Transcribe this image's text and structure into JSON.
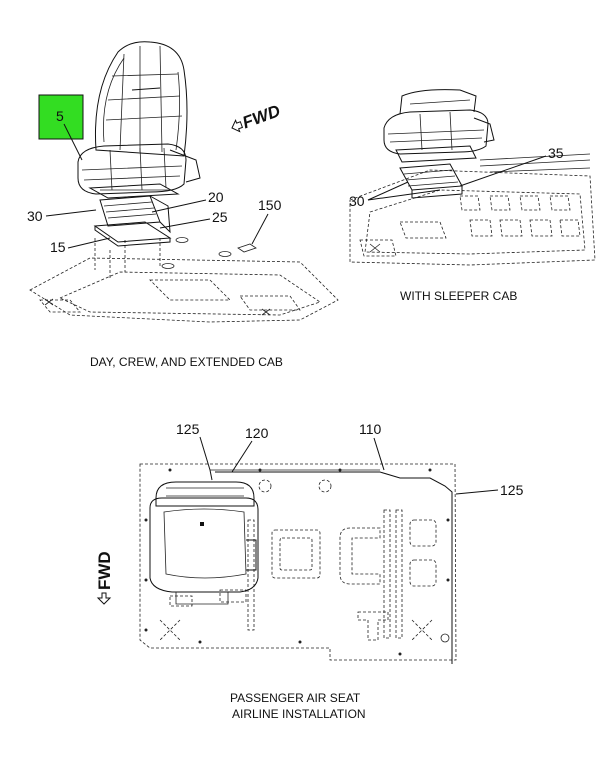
{
  "callouts": {
    "highlight": "5",
    "c30": "30",
    "c20": "20",
    "c25": "25",
    "c15": "15",
    "c150": "150",
    "c35": "35",
    "c30b": "30",
    "c125a": "125",
    "c120": "120",
    "c110": "110",
    "c125b": "125"
  },
  "fwd_label": "FWD",
  "fwd_label_bottom": "FWD",
  "captions": {
    "day_cab": "DAY, CREW, AND EXTENDED CAB",
    "sleeper": "WITH SLEEPER CAB",
    "passenger_line1": "PASSENGER AIR SEAT",
    "passenger_line2": "AIRLINE INSTALLATION"
  },
  "colors": {
    "highlight": "#33dd22"
  }
}
